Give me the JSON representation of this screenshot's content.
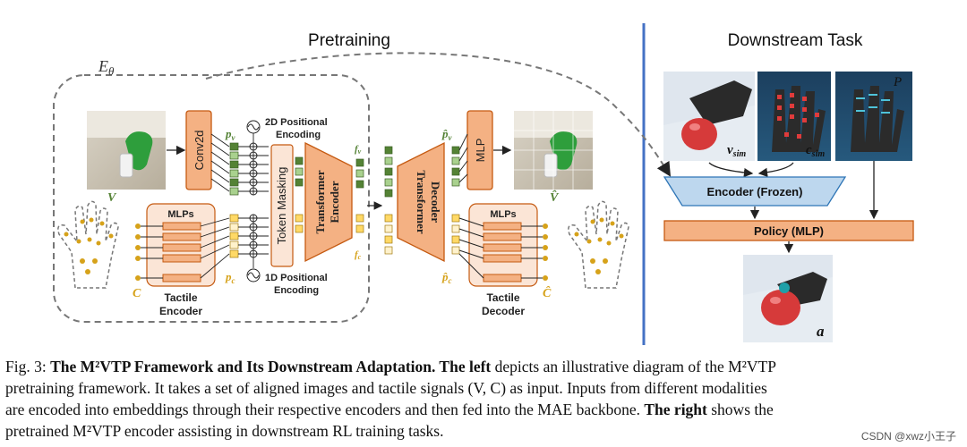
{
  "pretraining": {
    "title": "Pretraining",
    "encoder_symbol": "E_θ",
    "conv": "Conv2d",
    "pe2d": [
      "2D Positional",
      "Encoding"
    ],
    "pe1d": [
      "1D Positional",
      "Encoding"
    ],
    "masking": "Token Masking",
    "encoder": [
      "Transformer",
      "Encoder"
    ],
    "decoder": [
      "Transformer",
      "Decoder"
    ],
    "mlp": "MLP",
    "mlps": "MLPs",
    "tactile_encoder": [
      "Tactile",
      "Encoder"
    ],
    "tactile_decoder": [
      "Tactile",
      "Decoder"
    ],
    "sym_V": "V",
    "sym_C": "C",
    "sym_Vhat": "V̂",
    "sym_Chat": "Ĉ",
    "sym_pv": "p",
    "sym_pv_sub": "v",
    "sym_pc": "p",
    "sym_pc_sub": "c",
    "sym_fv": "f",
    "sym_fv_sub": "v",
    "sym_fc": "f",
    "sym_fc_sub": "c"
  },
  "downstream": {
    "title": "Downstream Task",
    "encoder": "Encoder (Frozen)",
    "policy": "Policy (MLP)",
    "sym_v": "v",
    "sym_v_sub": "sim",
    "sym_c": "c",
    "sym_c_sub": "sim",
    "sym_p": "P",
    "sym_a": "a"
  },
  "caption": {
    "l1_prefix": "Fig. 3: ",
    "l1_bold": "The M²VTP Framework and Its Downstream Adaptation. The left",
    "l1_rest": " depicts an illustrative diagram of the M²VTP",
    "l2": "pretraining framework. It takes a set of aligned images and tactile signals (V, C) as input. Inputs from different modalities",
    "l3_a": "are encoded into embeddings through their respective encoders and then fed into the MAE backbone. ",
    "l3_bold": "The right",
    "l3_b": " shows the",
    "l4": "pretrained M²VTP encoder assisting in downstream RL training tasks."
  },
  "watermark": "CSDN @xwz小王子",
  "colors": {
    "orange_fill": "#f4b183",
    "orange_stroke": "#c55a11",
    "green_dark": "#548235",
    "green_light": "#a9d18e",
    "yellow": "#ffd966",
    "gold": "#d6a21a",
    "blue_fill": "#bdd7ee",
    "blue_stroke": "#2e75b6",
    "divider": "#4472c4"
  }
}
